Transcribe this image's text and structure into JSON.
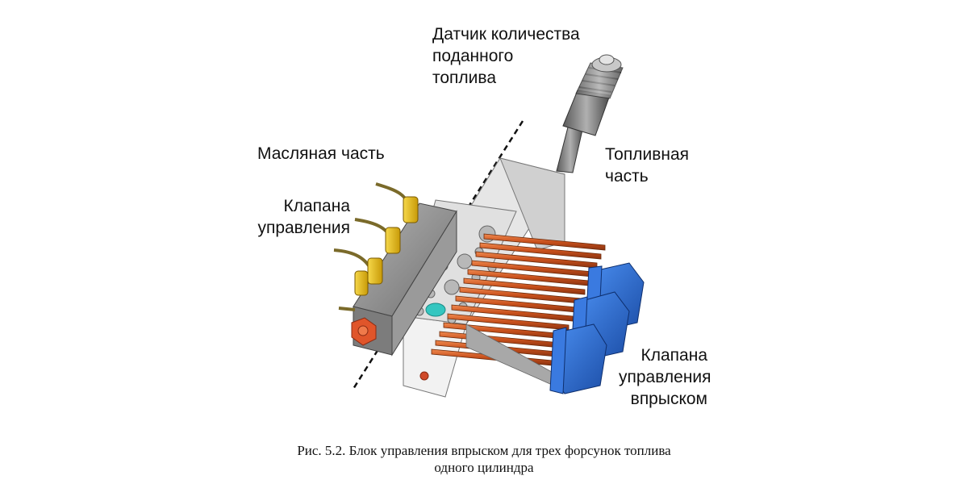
{
  "labels": {
    "sensor": [
      "Датчик количества",
      "поданного",
      "топлива"
    ],
    "oil_part": "Масляная часть",
    "control_valves": [
      "Клапана",
      "управления"
    ],
    "fuel_part": [
      "Топливная",
      "часть"
    ],
    "injection_valves": [
      "Клапана",
      "управления",
      "впрыском"
    ]
  },
  "caption": [
    "Рис. 5.2. Блок управления впрыском для трех форсунок топлива",
    "одного цилиндра"
  ],
  "colors": {
    "oil_block": "#8c8c8c",
    "fittings": "#e8c21a",
    "fuel_block": "#ececec",
    "tubes": "#d9642c",
    "valve_heads": "#2a6fd4",
    "teal_port": "#34c6c0",
    "plug": "#e0552a"
  }
}
